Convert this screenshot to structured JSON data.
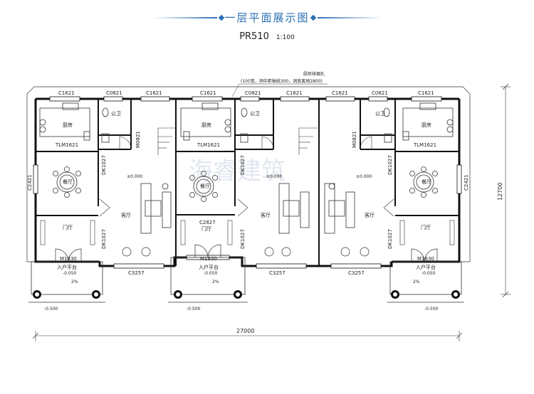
{
  "title": "一层平面展示图",
  "subtitle": "PR510",
  "scale": "1:100",
  "watermark": "海睿建筑",
  "annotation": {
    "line1": "厨房排烟孔",
    "line2": "(100宽，洞中距轴线300，洞底离地2800)"
  },
  "windows": {
    "c1621": "C1621",
    "c0821": "C0821",
    "c2421": "C2421",
    "c3257": "C3257",
    "c2827": "C2827"
  },
  "doors": {
    "tlm1621": "TLM1621",
    "dk1027": "DK1027",
    "m0821": "M0821",
    "m1830": "M1830"
  },
  "rooms": {
    "kitchen": "厨房",
    "bath": "公卫",
    "dining": "餐厅",
    "living": "客厅",
    "foyer": "门厅",
    "entry": "入户平台"
  },
  "levels": {
    "ground": "±0.000",
    "entry": "-0.050",
    "outside": "-0.500",
    "slope": "2%"
  },
  "dimensions": {
    "width": "27000",
    "depth": "12700"
  }
}
